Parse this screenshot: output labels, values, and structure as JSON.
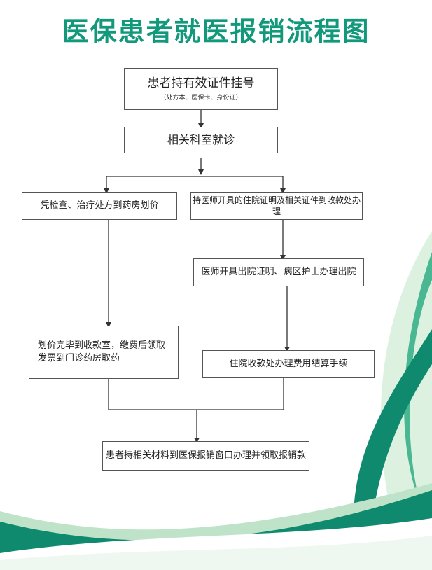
{
  "title": "医保患者就医报销流程图",
  "steps": {
    "register": {
      "label": "患者持有效证件挂号",
      "note": "（处方本、医保卡、身份证）"
    },
    "consult": {
      "label": "相关科室就诊"
    },
    "outpatient_pricing": {
      "label": "凭检查、治疗处方到药房划价"
    },
    "inpatient_admission": {
      "label": "持医师开具的住院证明及相关证件到收款处办理"
    },
    "discharge": {
      "label": "医师开具出院证明、病区护士办理出院"
    },
    "outpatient_payment": {
      "label": "划价完毕到收款室，缴费后领取发票到门诊药房取药"
    },
    "inpatient_settlement": {
      "label": "住院收款处办理费用结算手续"
    },
    "reimburse": {
      "label": "患者持相关材料到医保报销窗口办理并领取报销款"
    }
  },
  "colors": {
    "title": "#12987a",
    "wave_dark": "#0f8a6e",
    "wave_light": "#bfe3c9",
    "wave_mid": "#39b08a",
    "line": "#333333"
  }
}
